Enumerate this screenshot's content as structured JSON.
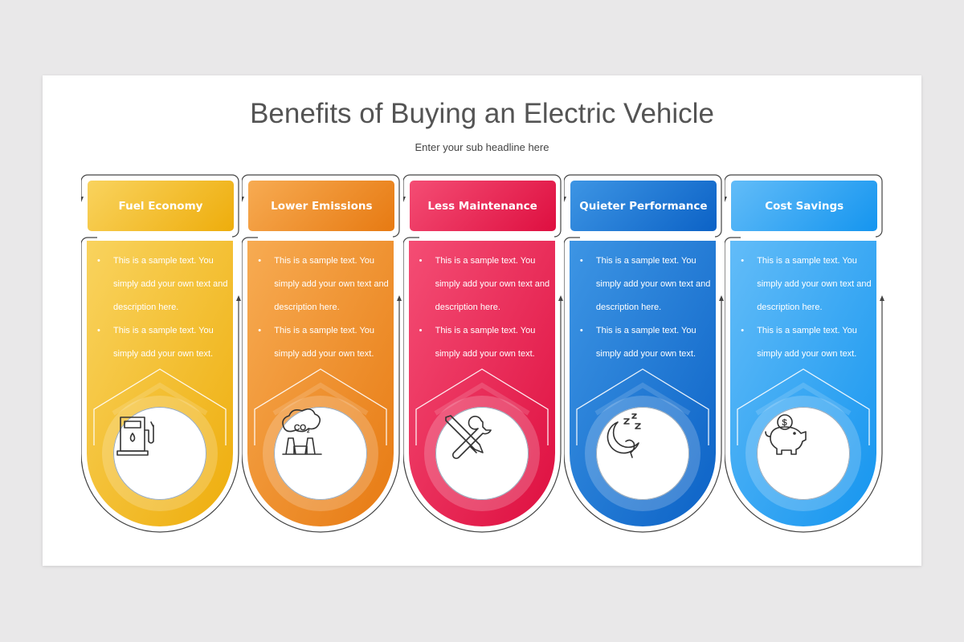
{
  "title": "Benefits of Buying an Electric Vehicle",
  "subtitle": "Enter your sub headline here",
  "columns": [
    {
      "label": "Fuel Economy",
      "icon": "fuel-pump-icon",
      "color_start": "#f9d35e",
      "color_end": "#eead0c",
      "bullets": [
        "This is a sample text. You simply add your own text and description here.",
        "This is a sample text. You simply add your own text."
      ]
    },
    {
      "label": "Lower Emissions",
      "icon": "co2-factory-icon",
      "color_start": "#f7ab52",
      "color_end": "#e77a12",
      "bullets": [
        "This is a sample text. You simply add your own text and description here.",
        "This is a sample text. You simply add your own text."
      ]
    },
    {
      "label": "Less Maintenance",
      "icon": "tools-icon",
      "color_start": "#f44d74",
      "color_end": "#de0f40",
      "bullets": [
        "This is a sample text. You simply add your own text and description here.",
        "This is a sample text. You simply add your own text."
      ]
    },
    {
      "label": "Quieter Performance",
      "icon": "sleeping-moon-icon",
      "color_start": "#3d95e4",
      "color_end": "#0c62c6",
      "bullets": [
        "This is a sample text. You simply add your own text and description here.",
        "This is a sample text. You simply add your own text."
      ]
    },
    {
      "label": "Cost Savings",
      "icon": "piggy-bank-icon",
      "color_start": "#62bcf8",
      "color_end": "#1595ef",
      "bullets": [
        "This is a sample text. You simply add your own text and description here.",
        "This is a sample text. You simply add your own text."
      ]
    }
  ]
}
